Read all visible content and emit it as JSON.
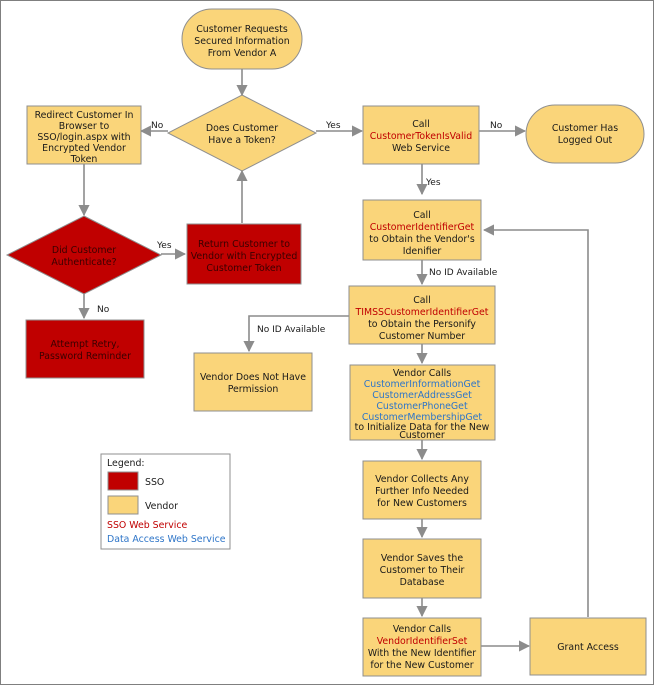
{
  "colors": {
    "vendor_fill": "#fad57a",
    "sso_fill": "#c00000",
    "sso_service_text": "#c00000",
    "data_access_text": "#2e75c8"
  },
  "nodes": {
    "start": [
      "Customer Requests",
      "Secured Information",
      "From Vendor A"
    ],
    "has_token": [
      "Does Customer",
      "Have a Token?"
    ],
    "redirect": [
      "Redirect Customer In",
      "Browser to",
      "SSO/login.aspx with",
      "Encrypted Vendor",
      "Token"
    ],
    "call_token": {
      "line1": "Call",
      "service": "CustomerTokenIsValid",
      "line3": "Web Service"
    },
    "logged_out": [
      "Customer Has",
      "Logged Out"
    ],
    "did_auth": [
      "Did Customer",
      "Authenticate?"
    ],
    "return_customer": [
      "Return Customer to",
      "Vendor with Encrypted",
      "Customer Token"
    ],
    "call_identifier": {
      "line1": "Call",
      "service": "CustomerIdentifierGet",
      "line3": "to Obtain the Vendor's",
      "line4": "Idenifier"
    },
    "attempt_retry": [
      "Attempt Retry,",
      "Password Reminder"
    ],
    "call_timss": {
      "line1": "Call",
      "service": "TIMSSCustomerIdentifierGet",
      "line3": "to Obtain the Personify",
      "line4": "Customer Number"
    },
    "no_permission": [
      "Vendor Does Not Have",
      "Permission"
    ],
    "vendor_calls": {
      "line1": "Vendor Calls",
      "services": [
        "CustomerInformationGet",
        "CustomerAddressGet",
        "CustomerPhoneGet",
        "CustomerMembershipGet"
      ],
      "line6": "to Initialize Data for the New",
      "line7": "Customer"
    },
    "collects": [
      "Vendor Collects Any",
      "Further Info Needed",
      "for New Customers"
    ],
    "saves": [
      "Vendor Saves the",
      "Customer to Their",
      "Database"
    ],
    "vendor_calls_set": {
      "line1": "Vendor Calls",
      "service": "VendorIdentifierSet",
      "line3": "With the New Identifier",
      "line4": "for the New Customer"
    },
    "grant": "Grant Access"
  },
  "edge_labels": {
    "no_token": "No",
    "yes_token": "Yes",
    "no_valid": "No",
    "yes_valid": "Yes",
    "yes_auth": "Yes",
    "no_auth": "No",
    "no_id_1": "No ID Available",
    "no_id_2": "No ID Available"
  },
  "legend": {
    "title": "Legend:",
    "sso": "SSO",
    "vendor": "Vendor",
    "sso_service": "SSO Web Service",
    "data_access": "Data Access Web Service"
  }
}
